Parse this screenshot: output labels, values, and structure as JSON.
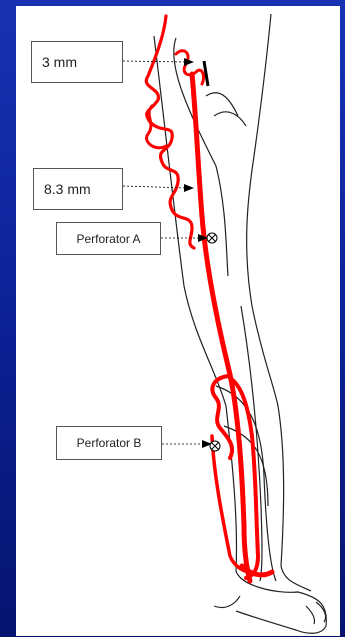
{
  "labels": {
    "proximal_diameter": "3 mm",
    "distal_diameter": "8.3 mm",
    "perforator_a": "Perforator A",
    "perforator_b": "Perforator B"
  },
  "colors": {
    "background": "#0c2399",
    "panel": "#ffffff",
    "vein": "#ff0000",
    "outline": "#222222"
  }
}
